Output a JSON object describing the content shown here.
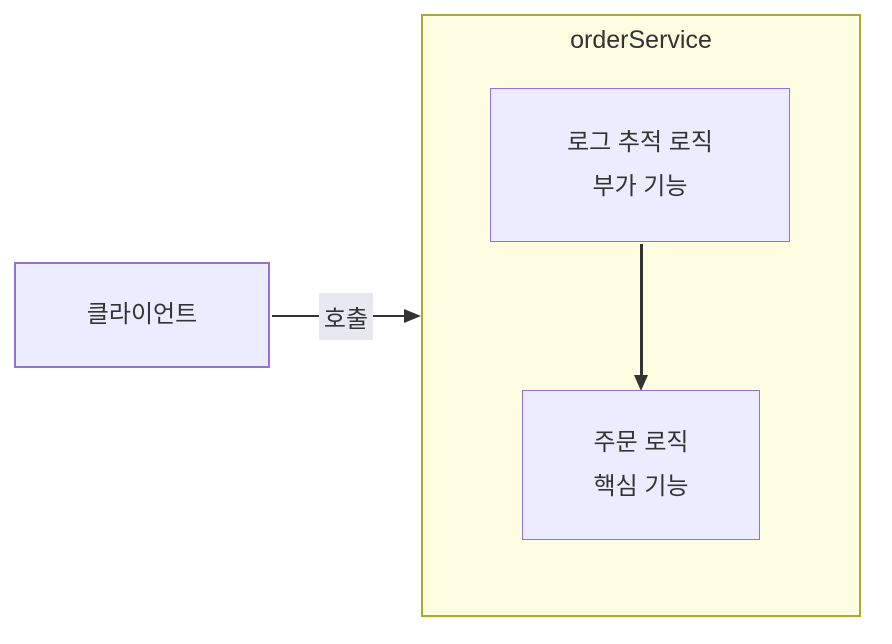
{
  "container": {
    "title": "orderService"
  },
  "nodes": {
    "client": {
      "label": "클라이언트"
    },
    "log_tracing": {
      "lines": [
        "로그 추적 로직",
        "부가 기능"
      ]
    },
    "order_logic": {
      "lines": [
        "주문 로직",
        "핵심 기능"
      ]
    }
  },
  "edges": {
    "call": {
      "from": "client",
      "to": "orderService",
      "label": "호출"
    },
    "internal": {
      "from": "log_tracing",
      "to": "order_logic",
      "label": ""
    }
  },
  "colors": {
    "background": "#ffffff",
    "node_fill": "#ECECFF",
    "node_border": "#9370DB",
    "container_fill": "#FDFDE2",
    "container_border": "#AAAA33",
    "arrow": "#333333",
    "edge_label_bg": "#E8E8F1",
    "text": "#333333"
  }
}
